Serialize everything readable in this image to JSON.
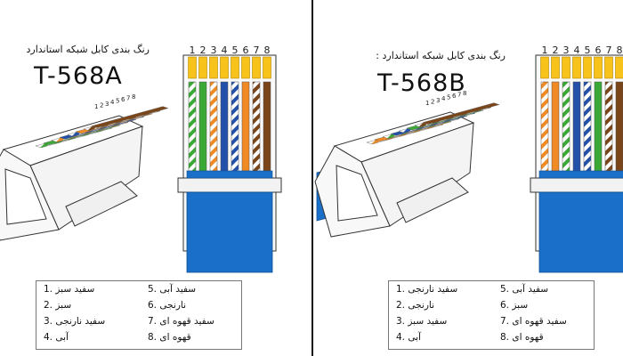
{
  "colors": {
    "white": "#ffffff",
    "green": "#3aa935",
    "orange": "#f08a24",
    "blue": "#2350a8",
    "brown": "#7a4518",
    "gold": "#f7c31a",
    "jacket": "#1a70c8",
    "outline": "#333333"
  },
  "left": {
    "subtitle": "رنگ بندی کابل شبکه استاندارد",
    "title": "T-568A",
    "pins": [
      "1",
      "2",
      "3",
      "4",
      "5",
      "6",
      "7",
      "8"
    ],
    "wires": [
      {
        "base": "white",
        "stripe": "green"
      },
      {
        "base": "green",
        "stripe": null
      },
      {
        "base": "white",
        "stripe": "orange"
      },
      {
        "base": "blue",
        "stripe": null
      },
      {
        "base": "white",
        "stripe": "blue"
      },
      {
        "base": "orange",
        "stripe": null
      },
      {
        "base": "white",
        "stripe": "brown"
      },
      {
        "base": "brown",
        "stripe": null
      }
    ],
    "legend": [
      {
        "num": "1.",
        "text": "سفید سبز"
      },
      {
        "num": "2.",
        "text": "سبز"
      },
      {
        "num": "3.",
        "text": "سفید نارنجی"
      },
      {
        "num": "4.",
        "text": "آبی"
      },
      {
        "num": "5.",
        "text": "سفید آبی"
      },
      {
        "num": "6.",
        "text": "نارنجی"
      },
      {
        "num": "7.",
        "text": "سفید قهوه ای"
      },
      {
        "num": "8.",
        "text": "قهوه ای"
      }
    ]
  },
  "right": {
    "subtitle": "رنگ بندی کابل شبکه استاندارد :",
    "title": "T-568B",
    "pins": [
      "1",
      "2",
      "3",
      "4",
      "5",
      "6",
      "7",
      "8"
    ],
    "wires": [
      {
        "base": "white",
        "stripe": "orange"
      },
      {
        "base": "orange",
        "stripe": null
      },
      {
        "base": "white",
        "stripe": "green"
      },
      {
        "base": "blue",
        "stripe": null
      },
      {
        "base": "white",
        "stripe": "blue"
      },
      {
        "base": "green",
        "stripe": null
      },
      {
        "base": "white",
        "stripe": "brown"
      },
      {
        "base": "brown",
        "stripe": null
      }
    ],
    "legend": [
      {
        "num": "1.",
        "text": "سفید نارنجی"
      },
      {
        "num": "2.",
        "text": "نارنجی"
      },
      {
        "num": "3.",
        "text": "سفید سبز"
      },
      {
        "num": "4.",
        "text": "آبی"
      },
      {
        "num": "5.",
        "text": "سفید آبی"
      },
      {
        "num": "6.",
        "text": "سبز"
      },
      {
        "num": "7.",
        "text": "سفید قهوه ای"
      },
      {
        "num": "8.",
        "text": "قهوه ای"
      }
    ]
  }
}
